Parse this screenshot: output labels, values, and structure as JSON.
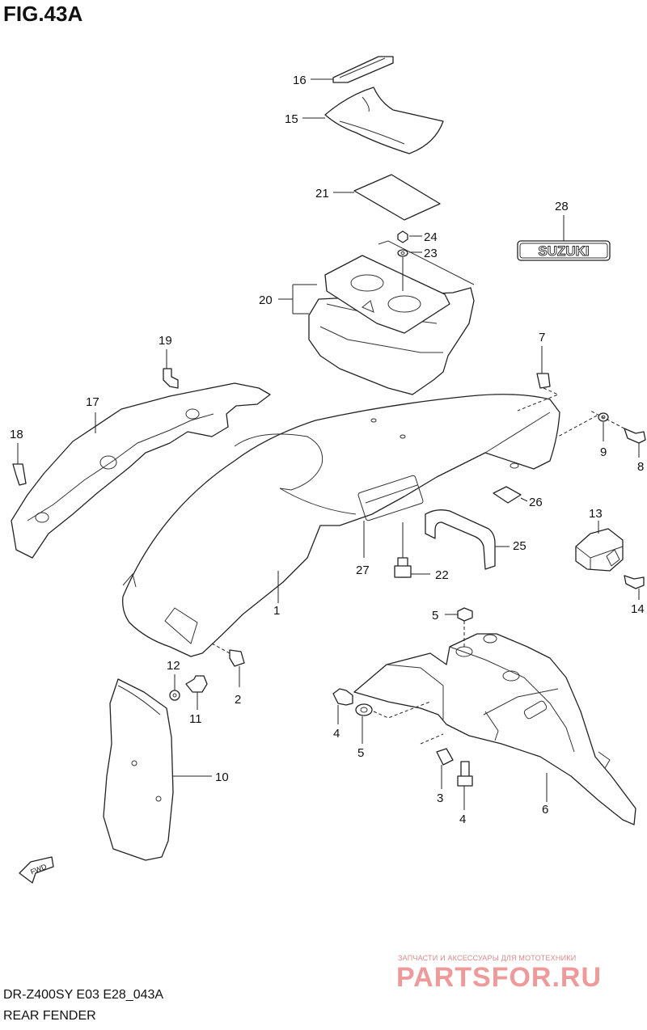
{
  "figure": {
    "title": "FIG.43A",
    "model_code": "DR-Z400SY E03 E28_043A",
    "caption": "REAR FENDER"
  },
  "emblem_text": "SUZUKI",
  "fwd_label": "FWD",
  "watermark": {
    "tagline": "ЗАПЧАСТИ И АКСЕССУАРЫ ДЛЯ МОТОТЕХНИКИ",
    "brand": "PARTSFOR.RU"
  },
  "callouts": {
    "c1": "1",
    "c2": "2",
    "c3": "3",
    "c4a": "4",
    "c4b": "4",
    "c5a": "5",
    "c5b": "5",
    "c6": "6",
    "c7": "7",
    "c8": "8",
    "c9": "9",
    "c10": "10",
    "c11": "11",
    "c12": "12",
    "c13": "13",
    "c14": "14",
    "c15": "15",
    "c16": "16",
    "c17": "17",
    "c18": "18",
    "c19": "19",
    "c20": "20",
    "c21": "21",
    "c22": "22",
    "c23": "23",
    "c24": "24",
    "c25": "25",
    "c26": "26",
    "c27": "27",
    "c28": "28"
  }
}
